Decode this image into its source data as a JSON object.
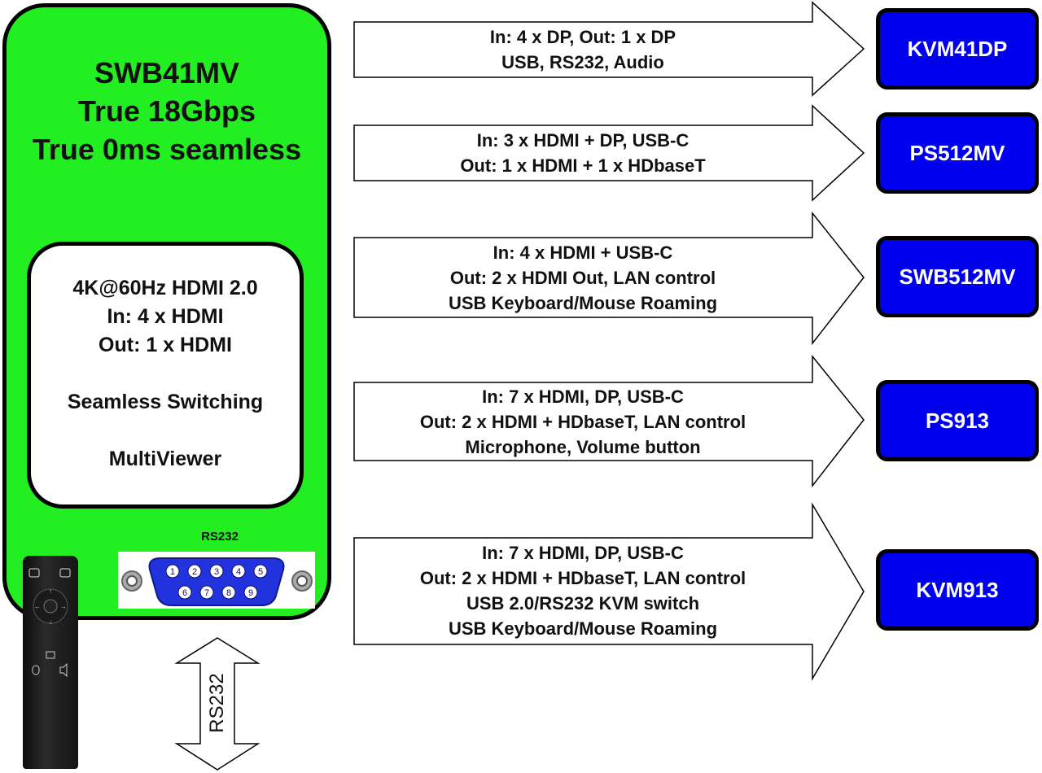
{
  "device": {
    "title_lines": [
      "SWB41MV",
      "True 18Gbps",
      "True 0ms seamless"
    ],
    "specs": {
      "line1": "4K@60Hz HDMI 2.0",
      "line2": "In: 4 x HDMI",
      "line3": "Out: 1 x HDMI",
      "line4": "Seamless Switching",
      "line5": "MultiViewer"
    },
    "port_label": "RS232",
    "port_pins_top": [
      "1",
      "2",
      "3",
      "4",
      "5"
    ],
    "port_pins_bottom": [
      "6",
      "7",
      "8",
      "9"
    ],
    "color": "#22ee22"
  },
  "rs232_arrow_label": "RS232",
  "products": [
    {
      "name": "KVM41DP",
      "lines": [
        "In: 4 x DP, Out: 1 x DP",
        "USB, RS232, Audio"
      ]
    },
    {
      "name": "PS512MV",
      "lines": [
        "In: 3 x HDMI + DP, USB-C",
        "Out: 1 x HDMI + 1 x HDbaseT"
      ]
    },
    {
      "name": "SWB512MV",
      "lines": [
        "In: 4 x HDMI + USB-C",
        "Out: 2 x HDMI Out, LAN control",
        "USB Keyboard/Mouse Roaming"
      ]
    },
    {
      "name": "PS913",
      "lines": [
        "In: 7 x HDMI, DP, USB-C",
        "Out: 2 x HDMI + HDbaseT, LAN control",
        "Microphone, Volume button"
      ]
    },
    {
      "name": "KVM913",
      "lines": [
        "In: 7 x HDMI, DP, USB-C",
        "Out: 2 x HDMI + HDbaseT, LAN control",
        "USB 2.0/RS232 KVM switch",
        "USB Keyboard/Mouse Roaming"
      ]
    }
  ],
  "colors": {
    "product_box": "#0000ee",
    "product_text": "#ffffff",
    "pin_blue": "#2233dd"
  },
  "icons": [
    "remote-control-icon",
    "db9-connector-icon",
    "double-arrow-icon"
  ]
}
